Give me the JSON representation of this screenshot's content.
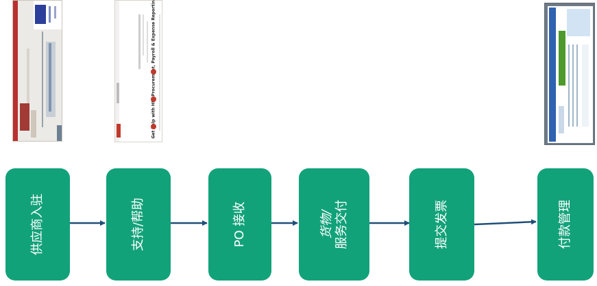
{
  "diagram": {
    "accent_color": "#12a27a",
    "connector_color": "#1f4e79",
    "steps": [
      {
        "id": "supplier-onboarding",
        "label": "供应商入驻"
      },
      {
        "id": "support-help",
        "label": "支持/帮助"
      },
      {
        "id": "po-receipt",
        "label": "PO 接收"
      },
      {
        "id": "goods-service-delivery",
        "label_line1": "货物/",
        "label_line2": "服务交付"
      },
      {
        "id": "submit-invoice",
        "label": "提交发票"
      },
      {
        "id": "payment-management",
        "label": "付款管理"
      }
    ]
  },
  "thumbnails": {
    "help_portal_heading": "Get help with HR, Procurement, Payroll & Expense Reporting"
  }
}
